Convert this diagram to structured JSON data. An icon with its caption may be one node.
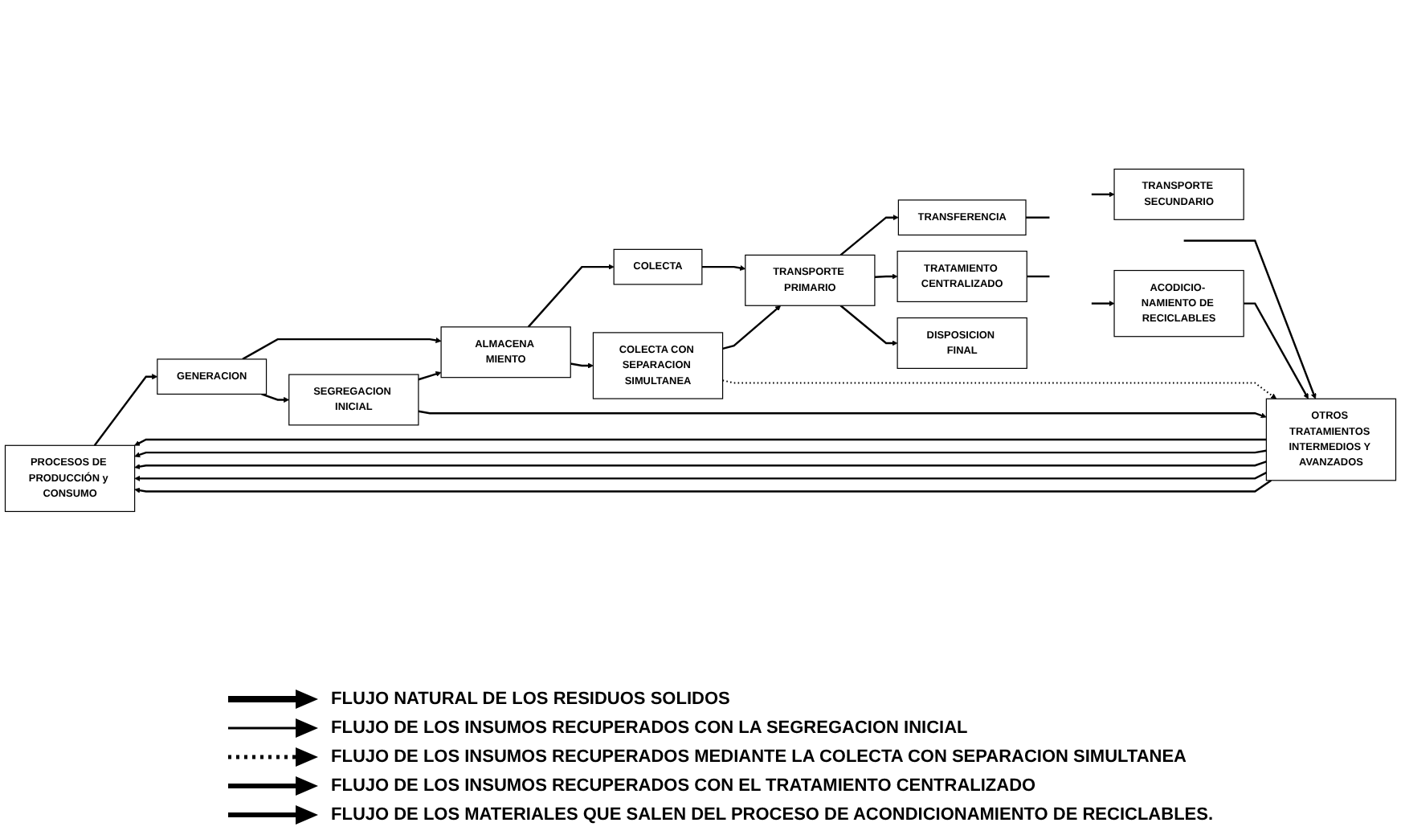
{
  "diagram": {
    "nodes": [
      {
        "text": [
          "PROCESOS DE PRODUCCIÓN y CONSUMO"
        ]
      },
      {
        "text": [
          "GENERACION"
        ]
      },
      {
        "text": [
          "ALMACENA MIENTO"
        ]
      },
      {
        "text": [
          "COLECTA"
        ]
      },
      {
        "text": [
          "TRANSPORTE PRIMARIO"
        ]
      },
      {
        "text": [
          "TRANSFERENCIA"
        ]
      },
      {
        "text": [
          "TRATAMIENTO CENTRALIZADO"
        ]
      },
      {
        "text": [
          "TRANSPORTE SECUNDARIO"
        ]
      },
      {
        "text": [
          "DISPOSICION FINAL"
        ]
      },
      {
        "text": [
          "OTROS TRATAMIENTOS INTERMEDIOS Y AVANZADOS"
        ]
      },
      {
        "text": [
          "SEGREGACION INICIAL"
        ]
      },
      {
        "text": [
          "COLECTA CON SEPARACION SIMULTANEA"
        ]
      },
      {
        "text": [
          "ACODICIO- NAMIENTO DE RECICLABLES"
        ]
      }
    ],
    "edges": [
      {
        "from": 0,
        "to": 1,
        "arrow": "to"
      },
      {
        "from": 1,
        "to": 2,
        "arrow": "to"
      },
      {
        "from": 1,
        "to": 10,
        "arrow": "to"
      },
      {
        "from": 10,
        "to": 2,
        "arrow": "to"
      },
      {
        "from": 2,
        "to": 3,
        "arrow": "to"
      },
      {
        "from": 2,
        "to": 11,
        "arrow": "to"
      },
      {
        "from": 3,
        "to": 4,
        "arrow": "to"
      },
      {
        "from": 11,
        "to": 4,
        "arrow": "to"
      },
      {
        "from": 4,
        "to": 5,
        "arrow": "to"
      },
      {
        "from": 4,
        "to": 6,
        "arrow": "to"
      },
      {
        "from": 4,
        "to": 8,
        "arrow": "to"
      },
      {
        "from": 5,
        "to": null,
        "arrow": "none"
      },
      {
        "from": 6,
        "to": null,
        "arrow": "none"
      },
      {
        "from": null,
        "to": 7,
        "arrow": "to"
      },
      {
        "from": 10,
        "to": 9,
        "arrow": "to"
      },
      {
        "from": 11,
        "to": 9,
        "arrow": "to",
        "style": "dashed"
      },
      {
        "from": null,
        "to": 9,
        "arrow": "to"
      },
      {
        "from": null,
        "to": 12,
        "arrow": "to"
      },
      {
        "from": 12,
        "to": 9,
        "arrow": "to"
      },
      {
        "from": 9,
        "to": 0,
        "arrow": "to"
      },
      {
        "from": 9,
        "to": 0,
        "arrow": "to"
      },
      {
        "from": 9,
        "to": 0,
        "arrow": "to"
      },
      {
        "from": 9,
        "to": 0,
        "arrow": "to"
      },
      {
        "from": 9,
        "to": 0,
        "arrow": "to"
      }
    ],
    "legend": [
      {
        "text": "FLUJO NATURAL DE LOS RESIDUOS SOLIDOS"
      },
      {
        "text": "FLUJO DE LOS INSUMOS RECUPERADOS CON LA SEGREGACION INICIAL"
      },
      {
        "text": "FLUJO DE LOS INSUMOS RECUPERADOS MEDIANTE LA COLECTA CON SEPARACION SIMULTANEA"
      },
      {
        "text": "FLUJO DE LOS INSUMOS RECUPERADOS CON EL TRATAMIENTO CENTRALIZADO"
      },
      {
        "text": "FLUJO DE LOS MATERIALES QUE SALEN DEL PROCESO DE ACONDICIONAMIENTO DE RECICLABLES."
      }
    ]
  }
}
